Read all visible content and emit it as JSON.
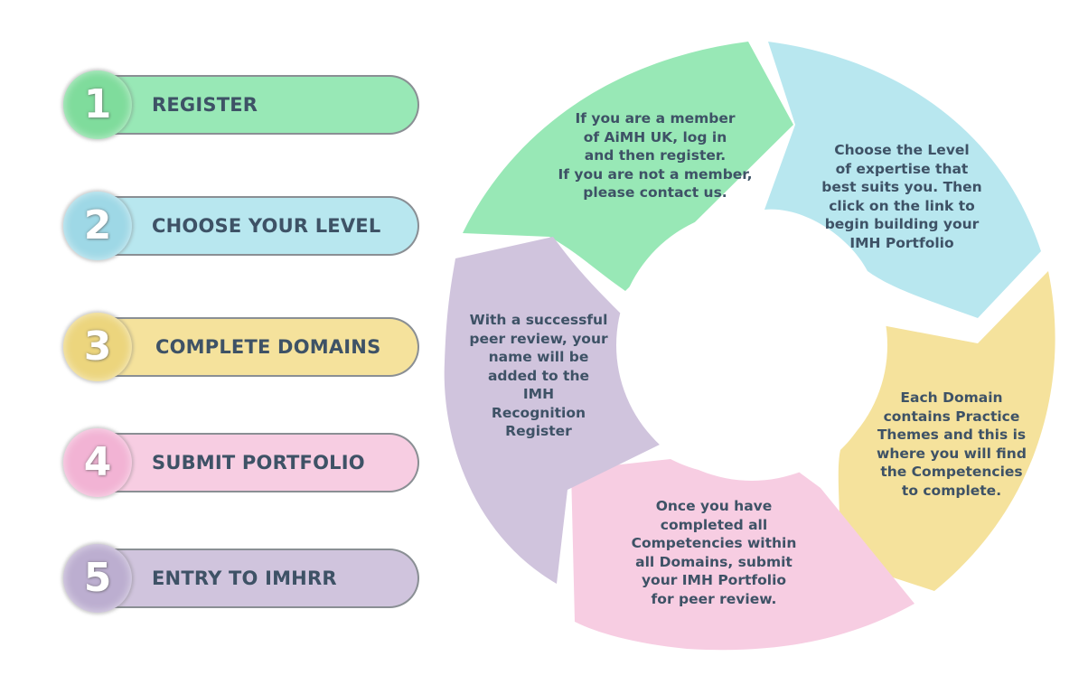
{
  "steps": [
    {
      "number": "1",
      "label": "REGISTER",
      "color": "#98e8b6",
      "circle": "#7fdc9c"
    },
    {
      "number": "2",
      "label": "CHOOSE YOUR LEVEL",
      "color": "#b8e7ef",
      "circle": "#9ed8e6"
    },
    {
      "number": "3",
      "label": "COMPLETE DOMAINS",
      "color": "#f5e29c",
      "circle": "#ecd57d"
    },
    {
      "number": "4",
      "label": "SUBMIT PORTFOLIO",
      "color": "#f7cde2",
      "circle": "#f2b3d4"
    },
    {
      "number": "5",
      "label": "ENTRY TO IMHRR",
      "color": "#d0c4dd",
      "circle": "#bcaed0"
    }
  ],
  "cycle": {
    "segments": [
      {
        "text": "If you are a member\nof AiMH UK, log in\nand then register.\nIf you are not a member,\nplease contact us.",
        "color": "#98e8b6"
      },
      {
        "text": "Choose the Level\nof expertise that\nbest suits you. Then\nclick on the link to\nbegin building your\nIMH Portfolio",
        "color": "#b8e7ef"
      },
      {
        "text": "Each Domain\ncontains Practice\nThemes and this is\nwhere you will find\nthe Competencies\nto complete.",
        "color": "#f5e29c"
      },
      {
        "text": "Once you have\ncompleted all\nCompetencies within\nall Domains, submit\nyour IMH Portfolio\nfor peer review.",
        "color": "#f7cde2"
      },
      {
        "text": "With a successful\npeer review, your\nname will be\nadded to the\nIMH\nRecognition\nRegister",
        "color": "#d0c4dd"
      }
    ]
  },
  "colors": {
    "text": "#3e5266",
    "pill_border": "#8a8f94",
    "background": "#ffffff"
  }
}
